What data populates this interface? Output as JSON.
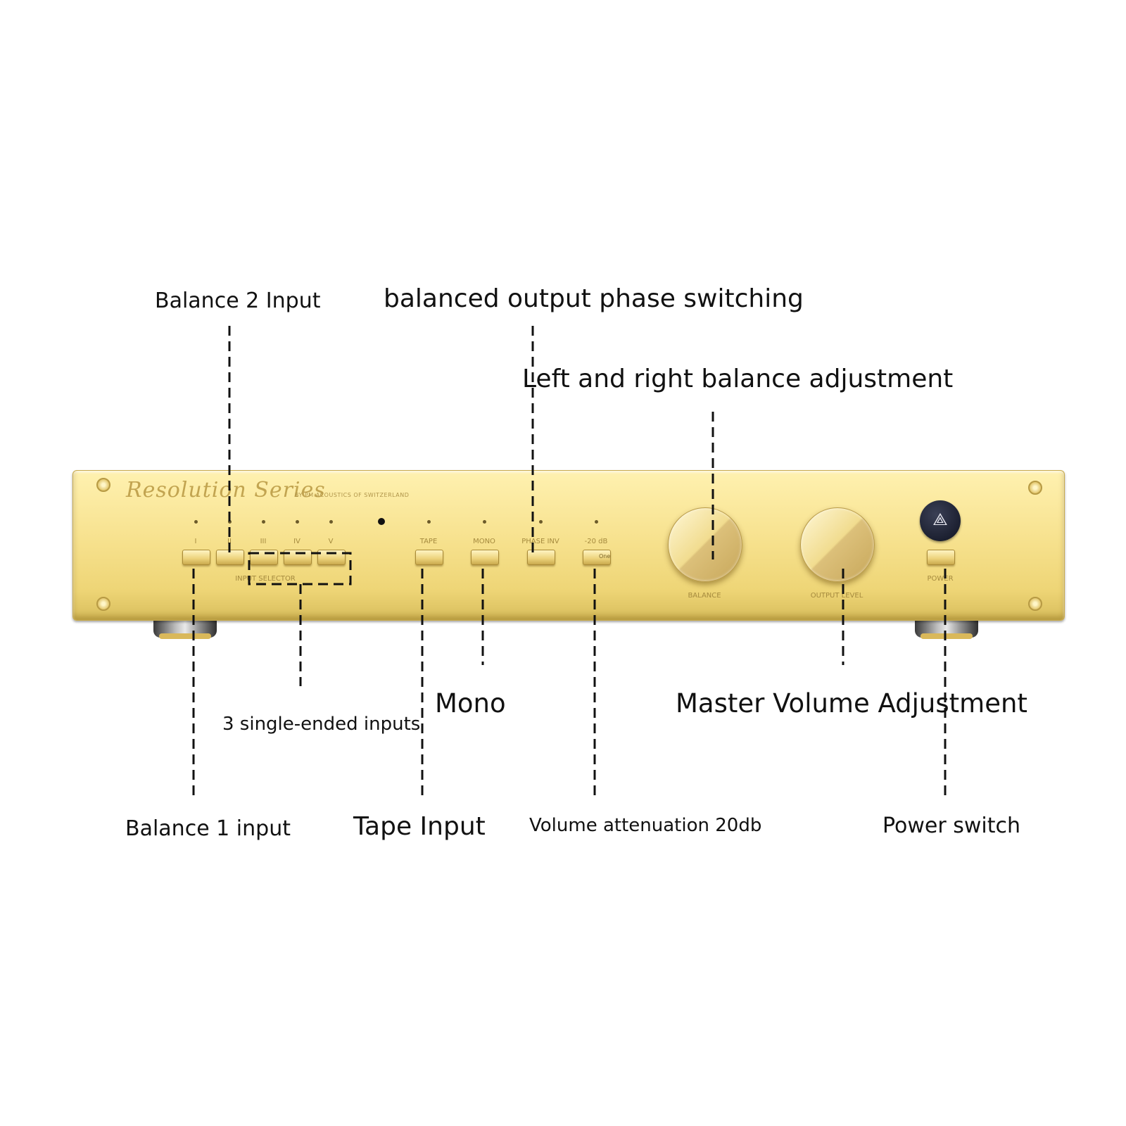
{
  "callouts": {
    "balance2": "Balance 2 Input",
    "phase": "balanced output phase switching",
    "lr_balance": "Left and right balance adjustment",
    "single_ended": "3 single-ended inputs",
    "mono": "Mono",
    "master_volume": "Master Volume Adjustment",
    "balance1": "Balance 1 input",
    "tape": "Tape Input",
    "attenuation": "Volume attenuation 20db",
    "power": "Power switch"
  },
  "panel": {
    "logo": "Resolution Series",
    "maker": "BY PM ACOUSTICS OF SWITZERLAND",
    "labels": {
      "i": "I",
      "ii": "II",
      "iii": "III",
      "iv": "IV",
      "v": "V",
      "tape": "TAPE",
      "mono": "MONO",
      "phase_inv": "PHASE INV",
      "minus20": "-20 dB",
      "input_selector": "INPUT SELECTOR",
      "balance": "BALANCE",
      "output_level": "OUTPUT LEVEL",
      "power": "POWER"
    },
    "button_mark": "One",
    "badge_glyph": "⟁"
  },
  "colors": {
    "panel_gold": "#f7e28f",
    "badge_navy": "#1a1e2e",
    "callout_line": "#111111"
  }
}
